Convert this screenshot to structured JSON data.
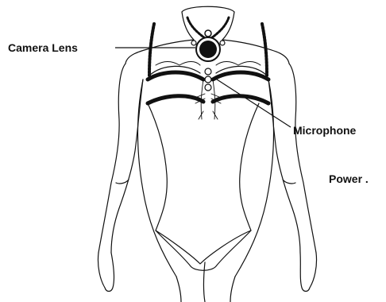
{
  "callouts": {
    "camera_lens": "Camera Lens",
    "microphone": "Microphone",
    "power": "Power ."
  },
  "colors": {
    "line": "#111111",
    "background": "#ffffff"
  }
}
